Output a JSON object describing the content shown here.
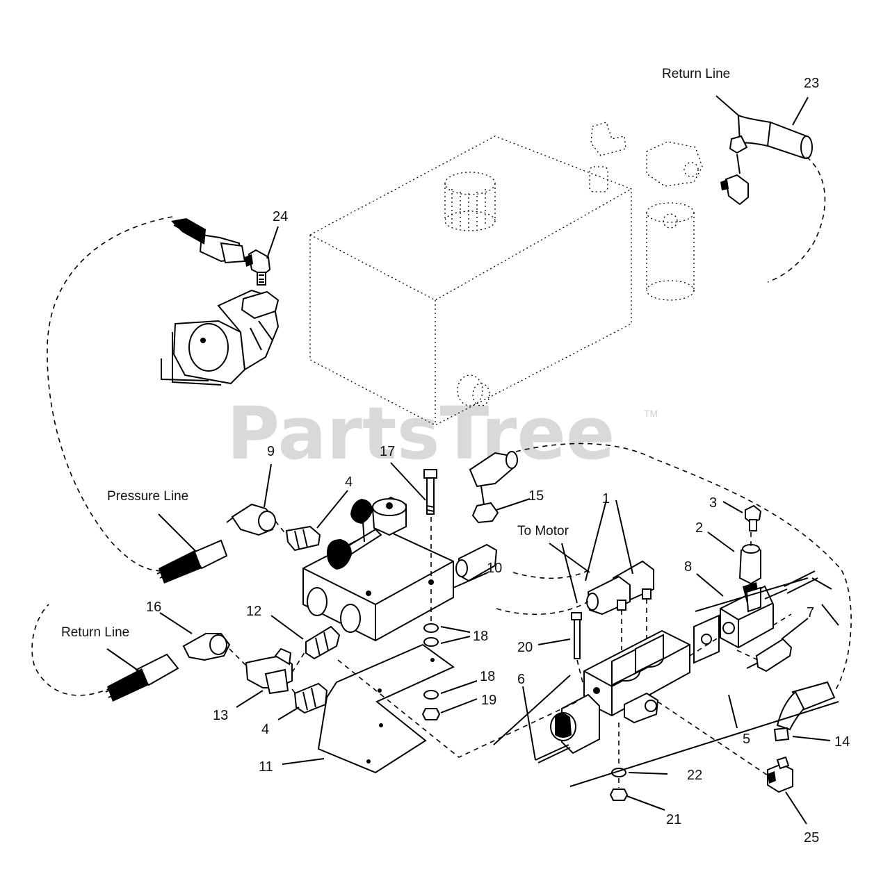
{
  "watermark": {
    "text": "PartsTree",
    "tm": "TM"
  },
  "labels": {
    "return_line_top": "Return Line",
    "pressure_line": "Pressure Line",
    "return_line_left": "Return Line",
    "to_motor": "To Motor"
  },
  "callouts": {
    "c1": "1",
    "c2": "2",
    "c3": "3",
    "c4a": "4",
    "c4b": "4",
    "c5": "5",
    "c6": "6",
    "c7": "7",
    "c8": "8",
    "c9": "9",
    "c10": "10",
    "c11": "11",
    "c12": "12",
    "c13": "13",
    "c14": "14",
    "c15": "15",
    "c16": "16",
    "c17": "17",
    "c18a": "18",
    "c18b": "18",
    "c19": "19",
    "c20": "20",
    "c21": "21",
    "c22": "22",
    "c23": "23",
    "c24": "24",
    "c25": "25"
  }
}
